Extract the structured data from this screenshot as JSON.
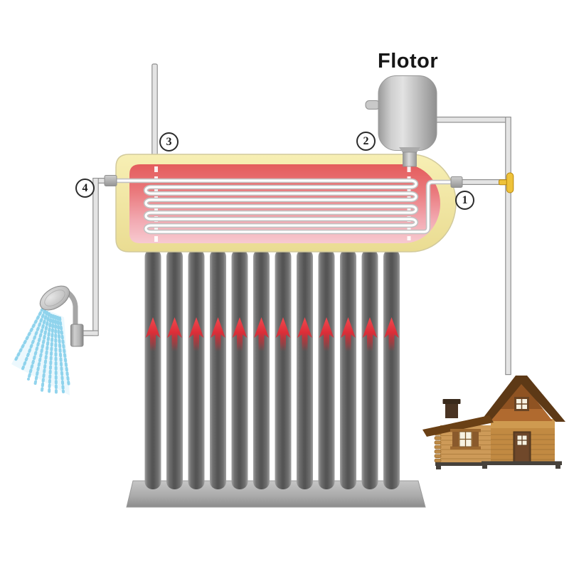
{
  "labels": {
    "flotor": "Flotor",
    "marker_1": "1",
    "marker_2": "2",
    "marker_3": "3",
    "marker_4": "4"
  },
  "components": {
    "float_tank": "flotor-float-tank",
    "storage_tank": "horizontal-storage-tank-with-coil",
    "collector_tubes": "evacuated-solar-tubes",
    "heat_arrows": "red-upward-heat-arrows",
    "shower": "shower-head-with-spray",
    "house": "wooden-cabin",
    "valve": "yellow-shutoff-valve",
    "pipes": "gray-connection-pipes"
  },
  "counts": {
    "collector_tubes": 12,
    "heat_arrows": 12,
    "coil_passes": 9,
    "numbered_markers": 4
  },
  "colors": {
    "background": "#FFFFFF",
    "tank_shell_yellow": "#F3E9A4",
    "tank_interior_red": "#E45C5C",
    "tank_interior_pink": "#F7C9D0",
    "coil_tube_white": "#FFFFFF",
    "collector_tube_gray": "#555555",
    "heat_arrow_red": "#DC2E38",
    "pipe_gray": "#E4E4E4",
    "valve_yellow": "#EEC23A",
    "spray_blue": "#7FCDEA",
    "house_roof_brown": "#5D3916",
    "house_wall_tan": "#CD9A58",
    "float_tank_gray": "#C9C9C9",
    "base_gray": "#A9A9A9"
  }
}
